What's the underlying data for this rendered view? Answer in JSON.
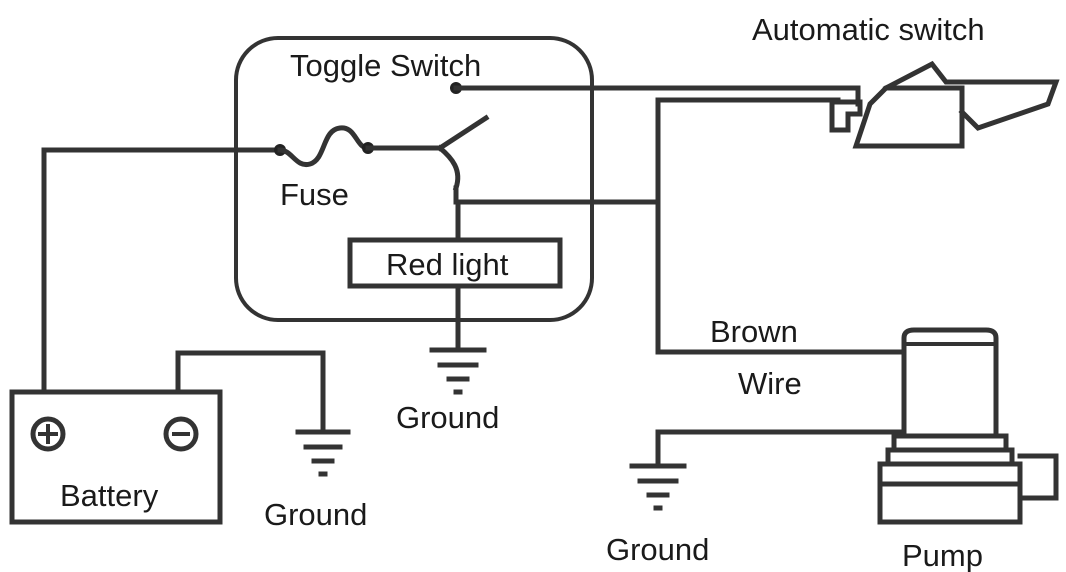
{
  "labels": {
    "toggle_switch": "Toggle Switch",
    "automatic_switch": "Automatic switch",
    "fuse": "Fuse",
    "red_light": "Red light",
    "brown": "Brown",
    "wire": "Wire",
    "battery": "Battery",
    "ground_battery": "Ground",
    "ground_center": "Ground",
    "ground_pump": "Ground",
    "pump": "Pump"
  },
  "colors": {
    "wire": "#333333",
    "text": "#1a1a1a",
    "background": "#ffffff"
  }
}
